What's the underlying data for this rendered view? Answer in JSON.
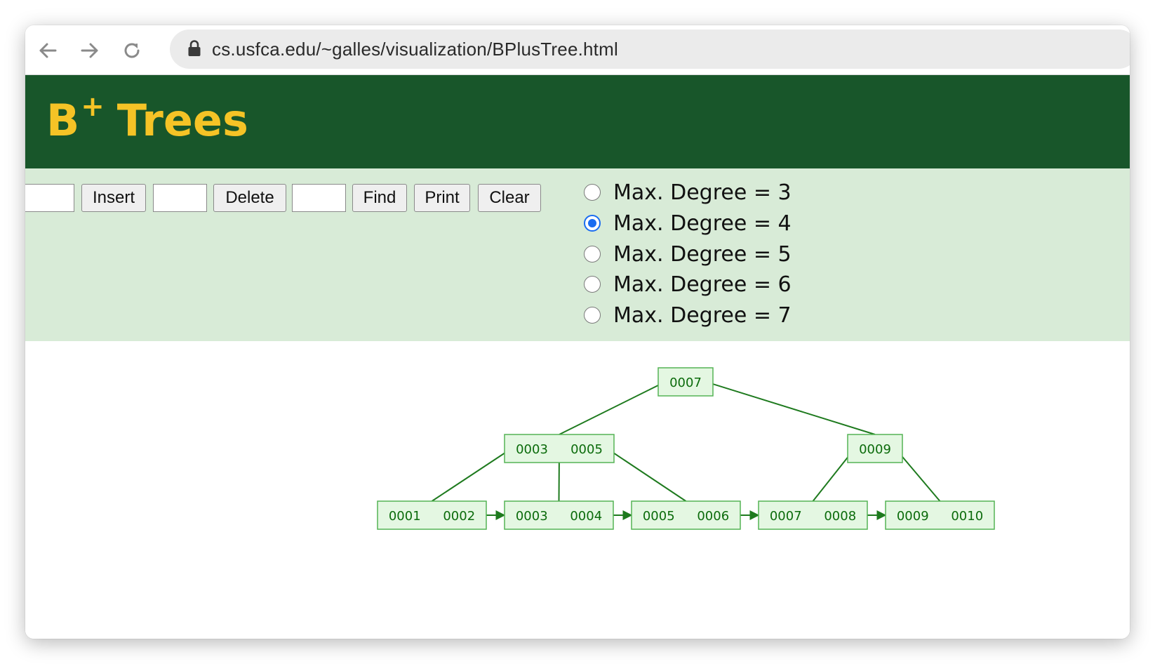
{
  "browser": {
    "url": "cs.usfca.edu/~galles/visualization/BPlusTree.html"
  },
  "header": {
    "title_main": "B",
    "title_sup": "+",
    "title_rest": "Trees"
  },
  "controls": {
    "insert_value": "",
    "insert_label": "Insert",
    "delete_value": "",
    "delete_label": "Delete",
    "find_value": "",
    "find_label": "Find",
    "print_label": "Print",
    "clear_label": "Clear",
    "degree_options": [
      {
        "label": "Max. Degree = 3",
        "checked": false
      },
      {
        "label": "Max. Degree = 4",
        "checked": true
      },
      {
        "label": "Max. Degree = 5",
        "checked": false
      },
      {
        "label": "Max. Degree = 6",
        "checked": false
      },
      {
        "label": "Max. Degree = 7",
        "checked": false
      }
    ]
  },
  "tree": {
    "root": {
      "keys": [
        "0007"
      ]
    },
    "internal": [
      {
        "keys": [
          "0003",
          "0005"
        ]
      },
      {
        "keys": [
          "0009"
        ]
      }
    ],
    "leaves": [
      {
        "keys": [
          "0001",
          "0002"
        ]
      },
      {
        "keys": [
          "0003",
          "0004"
        ]
      },
      {
        "keys": [
          "0005",
          "0006"
        ]
      },
      {
        "keys": [
          "0007",
          "0008"
        ]
      },
      {
        "keys": [
          "0009",
          "0010"
        ]
      }
    ],
    "colors": {
      "node_fill": "#e4f7e2",
      "node_stroke": "#55b455",
      "text": "#0b6b0b",
      "edge": "#1e7a1e"
    }
  }
}
